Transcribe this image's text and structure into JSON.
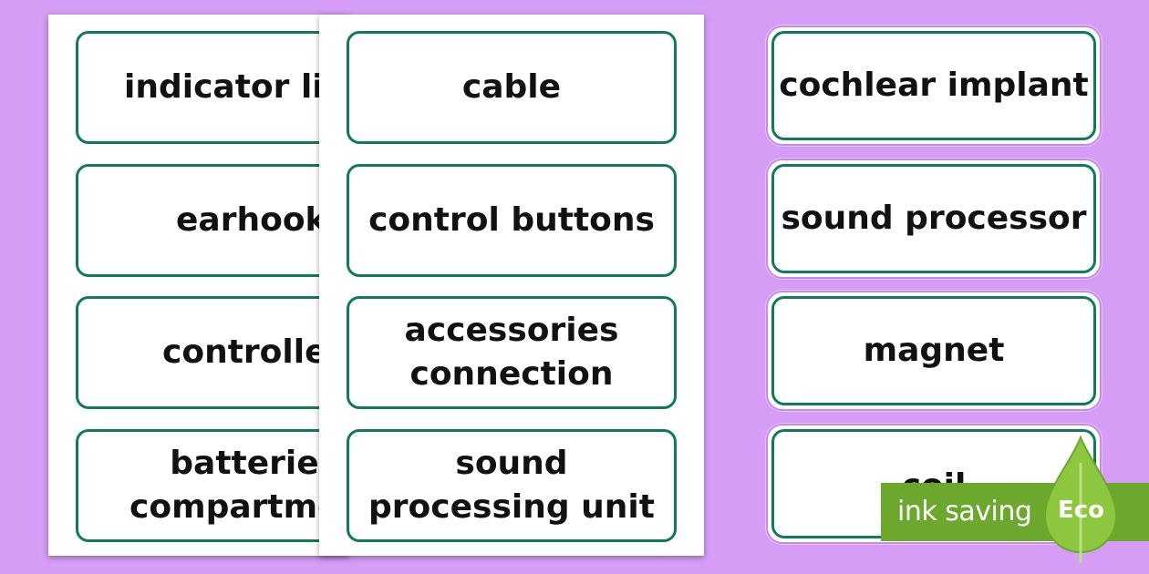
{
  "sheet_back": {
    "cards": [
      "indicator light",
      "earhook",
      "controller",
      "batteries\ncompartment"
    ]
  },
  "sheet_front": {
    "cards": [
      "cable",
      "control buttons",
      "accessories\nconnection",
      "sound\nprocessing unit"
    ]
  },
  "loose_cards": [
    "cochlear implant",
    "sound processor",
    "magnet",
    "coil"
  ],
  "eco_badge": {
    "label": "ink saving",
    "eco_text": "Eco"
  },
  "colors": {
    "background": "#d59df5",
    "card_border": "#117a5a",
    "badge_green": "#6ca82d",
    "leaf_green": "#8dc63f"
  }
}
